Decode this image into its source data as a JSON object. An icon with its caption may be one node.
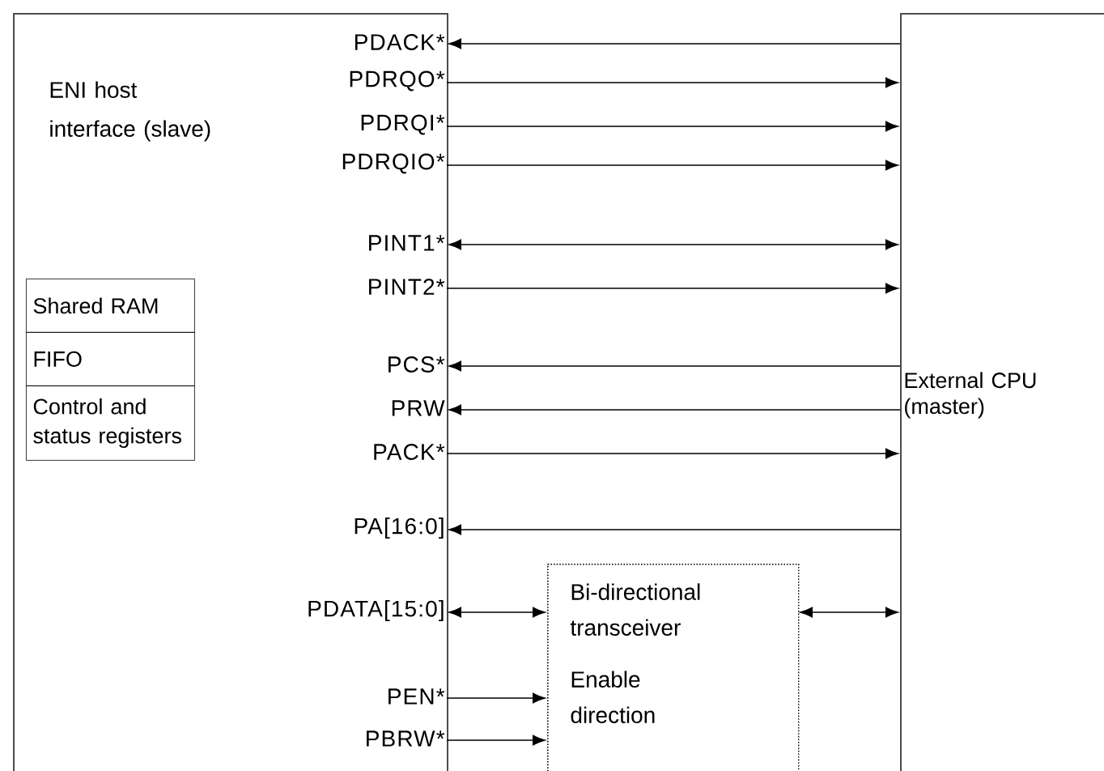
{
  "diagram": {
    "nodes": [
      {
        "text": [
          "ENI host interface (slave)"
        ]
      },
      {
        "text": [
          "PDACK*"
        ],
        "in": 0
      },
      {
        "text": [
          "PDRQO*"
        ],
        "in": 0
      },
      {
        "text": [
          "PDRQI*"
        ],
        "in": 0
      },
      {
        "text": [
          "PDRQIO*"
        ],
        "in": 0
      },
      {
        "text": [
          "PINT1*"
        ],
        "in": 0
      },
      {
        "text": [
          "PINT2*"
        ],
        "in": 0
      },
      {
        "text": [
          "Shared RAM"
        ],
        "in": 0
      },
      {
        "text": [
          "FIFO"
        ],
        "in": 0
      },
      {
        "text": [
          "Control and status registers"
        ],
        "in": 0
      },
      {
        "text": [
          "PCS*"
        ],
        "in": 0
      },
      {
        "text": [
          "PRW"
        ],
        "in": 0
      },
      {
        "text": [
          "PACK*"
        ],
        "in": 0
      },
      {
        "text": [
          "PA[16:0]"
        ],
        "in": 0
      },
      {
        "text": [
          "PDATA[15:0]"
        ],
        "in": 0
      },
      {
        "text": [
          "PEN*"
        ],
        "in": 0
      },
      {
        "text": [
          "PBRW*"
        ],
        "in": 0
      },
      {
        "text": [
          "Bi-directional transceiver",
          "Enable direction"
        ]
      },
      {
        "text": [
          "External CPU (master)"
        ]
      }
    ],
    "edges": [
      {
        "from": 18,
        "to": 1,
        "arrow": "to"
      },
      {
        "from": 2,
        "to": 18,
        "arrow": "to"
      },
      {
        "from": 3,
        "to": 18,
        "arrow": "to"
      },
      {
        "from": 4,
        "to": 18,
        "arrow": "to"
      },
      {
        "from": 5,
        "to": 18,
        "arrow": "both"
      },
      {
        "from": 6,
        "to": 18,
        "arrow": "to"
      },
      {
        "from": 18,
        "to": 10,
        "arrow": "to"
      },
      {
        "from": 18,
        "to": 11,
        "arrow": "to"
      },
      {
        "from": 12,
        "to": 18,
        "arrow": "to"
      },
      {
        "from": 18,
        "to": 13,
        "arrow": "to"
      },
      {
        "from": 14,
        "to": 17,
        "arrow": "both"
      },
      {
        "from": 17,
        "to": 18,
        "arrow": "both"
      },
      {
        "from": 15,
        "to": 17,
        "arrow": "to"
      },
      {
        "from": 16,
        "to": 17,
        "arrow": "to"
      }
    ]
  }
}
